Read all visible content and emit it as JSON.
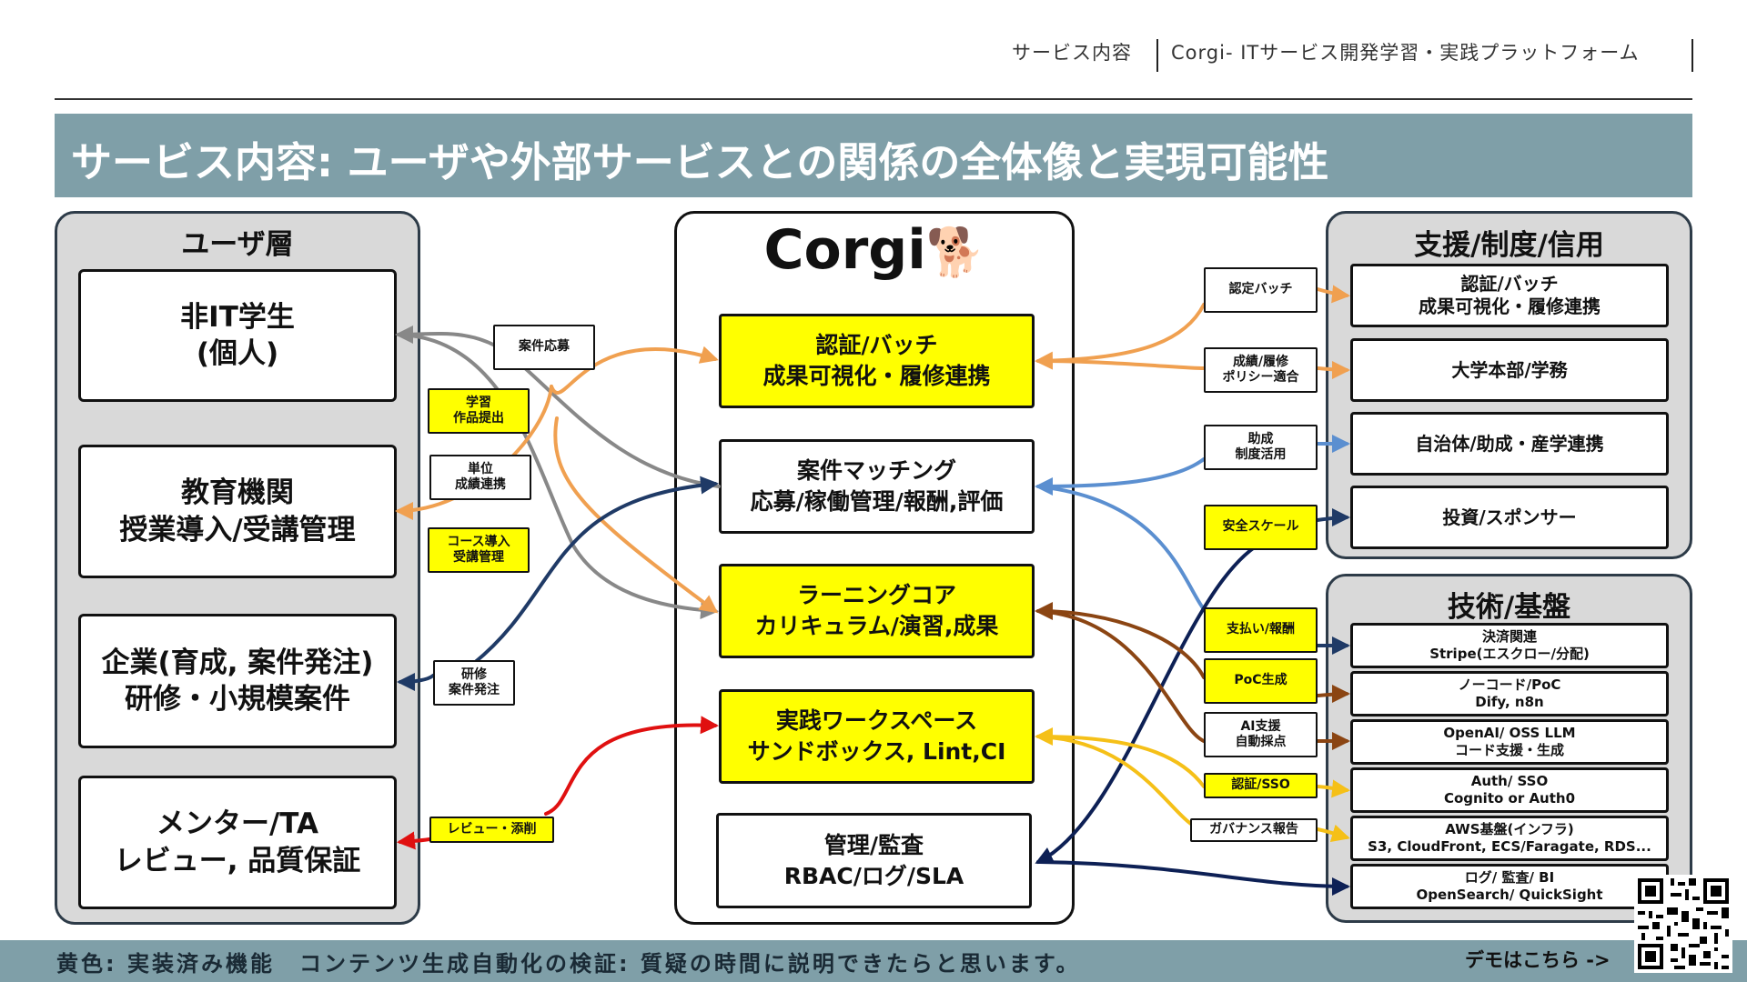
{
  "header": {
    "section": "サービス内容",
    "subtitle": "Corgi- ITサービス開発学習・実践プラットフォーム"
  },
  "title": "サービス内容: ユーザや外部サービスとの関係の全体像と実現可能性",
  "user_layer": {
    "title": "ユーザ層",
    "boxes": [
      "非IT学生\n(個人)",
      "教育機関\n授業導入/受講管理",
      "企業(育成, 案件発注)\n研修・小規模案件",
      "メンター/TA\nレビュー, 品質保証"
    ]
  },
  "corgi": {
    "name": "Corgi",
    "emoji": "🐕",
    "boxes": [
      "認証/バッチ\n成果可視化・履修連携",
      "案件マッチング\n応募/稼働管理/報酬,評価",
      "ラーニングコア\nカリキュラム/演習,成果",
      "実践ワークスペース\nサンドボックス, Lint,CI",
      "管理/監査\nRBAC/ログ/SLA"
    ]
  },
  "support": {
    "title": "支援/制度/信用",
    "boxes": [
      "認証/バッチ\n成果可視化・履修連携",
      "大学本部/学務",
      "自治体/助成・産学連携",
      "投資/スポンサー"
    ]
  },
  "tech": {
    "title": "技術/基盤",
    "boxes": [
      "決済関連\nStripe(エスクロー/分配)",
      "ノーコード/PoC\nDify, n8n",
      "OpenAI/ OSS LLM\nコード支援・生成",
      "Auth/ SSO\nCognito or Auth0",
      "AWS基盤(インフラ)\nS3, CloudFront, ECS/Faragate, RDS...",
      "ログ/ 監査/ BI\nOpenSearch/ QuickSight"
    ]
  },
  "left_labels": {
    "project_apply": "案件応募",
    "learning_submit": "学習\n作品提出",
    "credit_link": "単位\n成績連携",
    "course_intro": "コース導入\n受講管理",
    "training_order": "研修\n案件発注",
    "review": "レビュー・添削"
  },
  "right_labels": {
    "cert_badge": "認定バッチ",
    "grade_policy": "成績/履修\nポリシー適合",
    "subsidy": "助成\n制度活用",
    "safe_scale": "安全スケール",
    "payment": "支払い/報酬",
    "poc": "PoC生成",
    "ai_support": "AI支援\n自動採点",
    "auth_sso": "認証/SSO",
    "governance": "ガバナンス報告"
  },
  "footer": {
    "text": "黄色: 実装済み機能　コンテンツ生成自動化の検証: 質疑の時間に説明できたらと思います。",
    "demo": "デモはこちら ->"
  },
  "colors": {
    "title_bar": "#7f9fa8",
    "implemented": "#ffff00",
    "orange": "#f0a050",
    "gray": "#888888",
    "navy": "#1f3a66",
    "blue": "#5b8fd0",
    "brown": "#8b4513",
    "red": "#e01010",
    "gold": "#f5c018",
    "dark_navy": "#0d2055"
  }
}
